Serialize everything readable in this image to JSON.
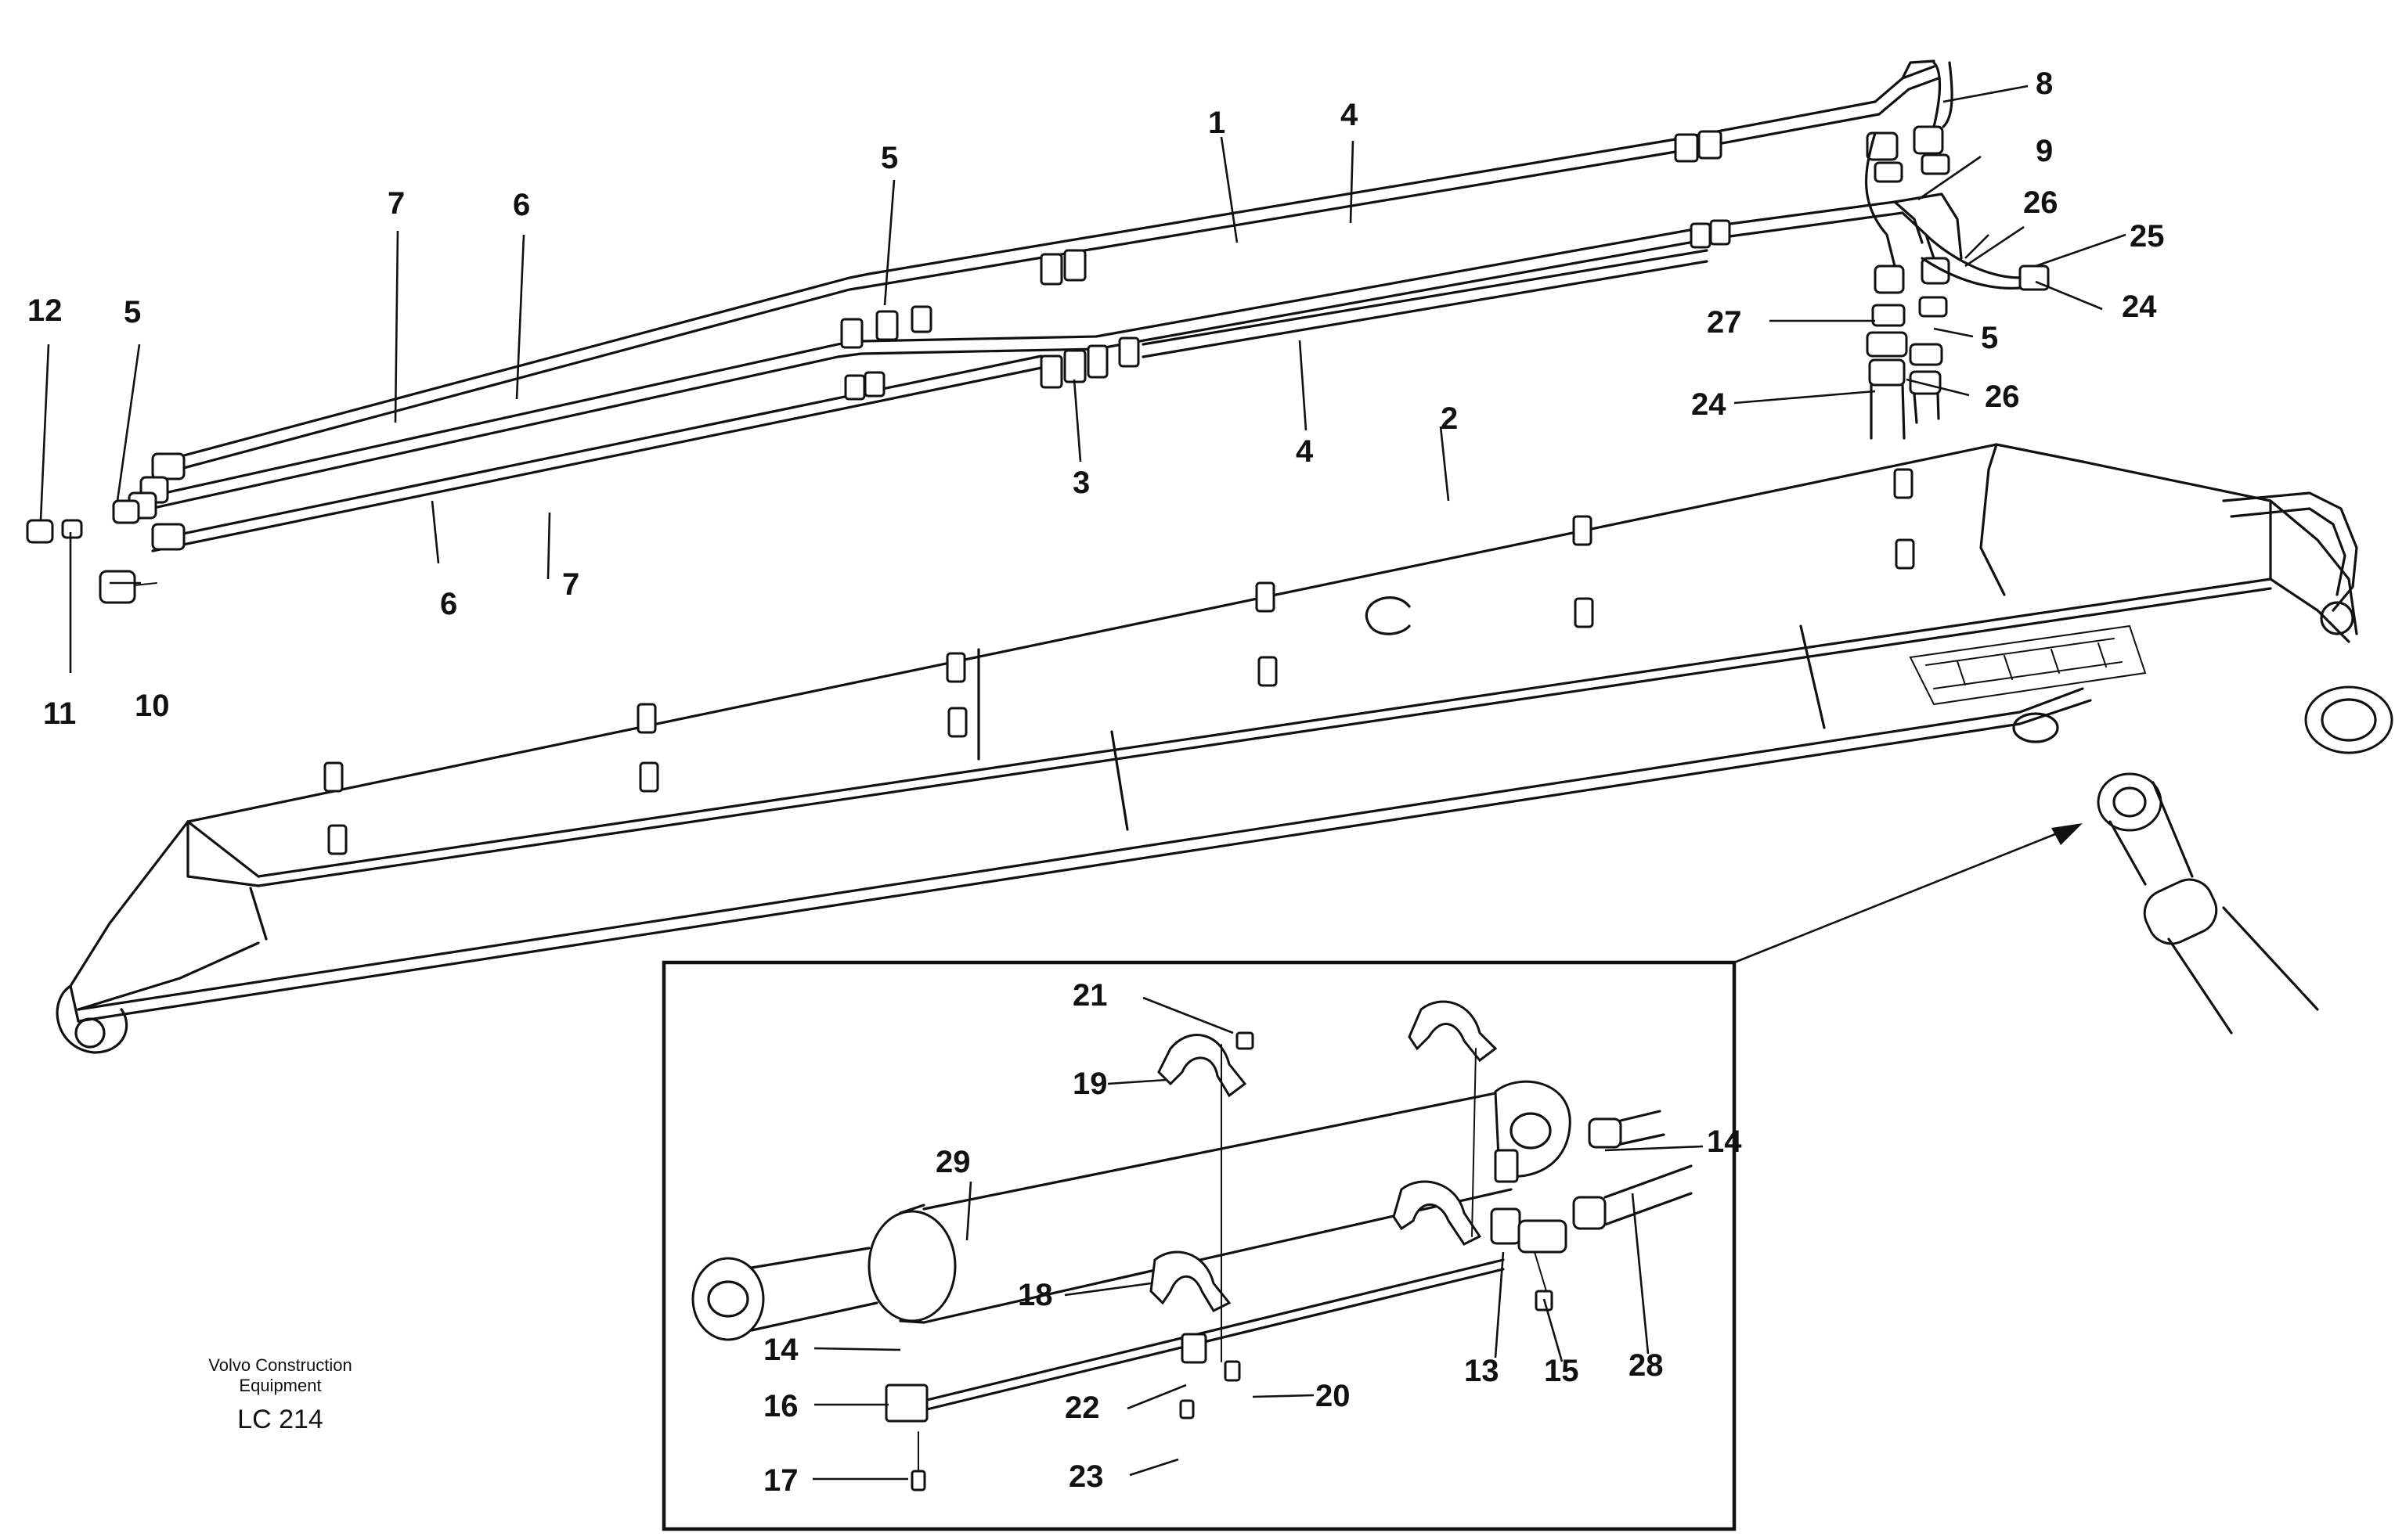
{
  "caption": {
    "line1": "Volvo Construction",
    "line2": "Equipment",
    "code": "LC 214"
  },
  "callouts": {
    "c1": "1",
    "c2": "2",
    "c3": "3",
    "c4a": "4",
    "c4b": "4",
    "c5a": "5",
    "c5b": "5",
    "c5c": "5",
    "c6a": "6",
    "c6b": "6",
    "c7a": "7",
    "c7b": "7",
    "c8": "8",
    "c9": "9",
    "c10": "10",
    "c11": "11",
    "c12": "12",
    "c13": "13",
    "c14a": "14",
    "c14b": "14",
    "c15": "15",
    "c16": "16",
    "c17": "17",
    "c18": "18",
    "c19": "19",
    "c20": "20",
    "c21": "21",
    "c22": "22",
    "c23": "23",
    "c24a": "24",
    "c24b": "24",
    "c25": "25",
    "c26a": "26",
    "c26b": "26",
    "c27": "27",
    "c28": "28",
    "c29": "29"
  }
}
